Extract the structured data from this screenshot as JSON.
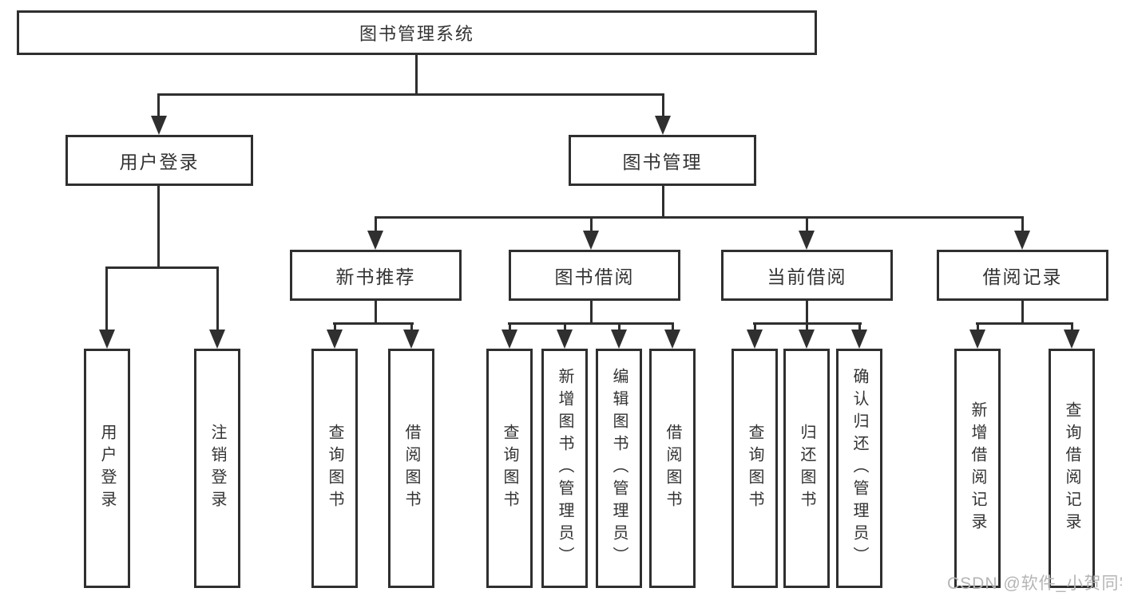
{
  "nodes": {
    "root": "图书管理系统",
    "user_login": "用户登录",
    "book_mgmt": "图书管理",
    "new_book": "新书推荐",
    "book_borrow": "图书借阅",
    "current_borrow": "当前借阅",
    "borrow_record": "借阅记录"
  },
  "leaves": {
    "user_login": [
      "用户登录",
      "注销登录"
    ],
    "new_book": [
      "查询图书",
      "借阅图书"
    ],
    "book_borrow": [
      "查询图书",
      "新增图书（管理员）",
      "编辑图书（管理员）",
      "借阅图书"
    ],
    "current_borrow": [
      "查询图书",
      "归还图书",
      "确认归还（管理员）"
    ],
    "borrow_record": [
      "新增借阅记录",
      "查询借阅记录"
    ]
  },
  "watermark": "CSDN @软件_小贺同学",
  "colors": {
    "line": "#2f2f2f",
    "box_border": "#2f2f2f",
    "text": "#333333",
    "watermark": "#b5b5b5",
    "background": "#ffffff"
  }
}
